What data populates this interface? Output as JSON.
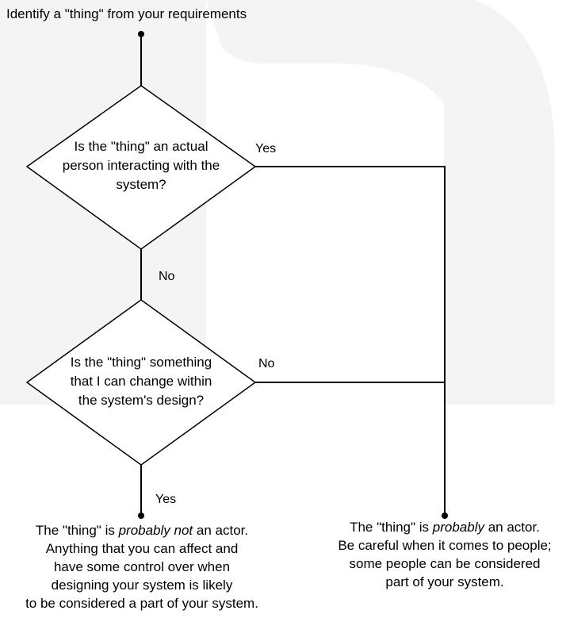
{
  "start_label": "Identify a \"thing\" from your requirements",
  "decision1": {
    "lines": [
      "Is the \"thing\" an actual",
      "person interacting with the",
      "system?"
    ],
    "yes_label": "Yes",
    "no_label": "No"
  },
  "decision2": {
    "lines": [
      "Is the \"thing\" something",
      "that I can change within",
      "the system's design?"
    ],
    "no_label": "No",
    "yes_label": "Yes"
  },
  "outcome_not_actor": {
    "line1_pre": "The \"thing\" is ",
    "line1_em": "probably not",
    "line1_post": " an actor.",
    "rest": [
      "Anything that you can affect and",
      "have some control over when",
      "designing your system is likely",
      "to be considered a part of your system."
    ]
  },
  "outcome_actor": {
    "line1_pre": "The \"thing\" is ",
    "line1_em": "probably",
    "line1_post": " an actor.",
    "rest": [
      "Be careful when it comes to people;",
      "some people can be considered",
      "part of your system."
    ]
  },
  "colors": {
    "line": "#000000",
    "watermark": "#f4f4f4",
    "background": "#ffffff"
  }
}
